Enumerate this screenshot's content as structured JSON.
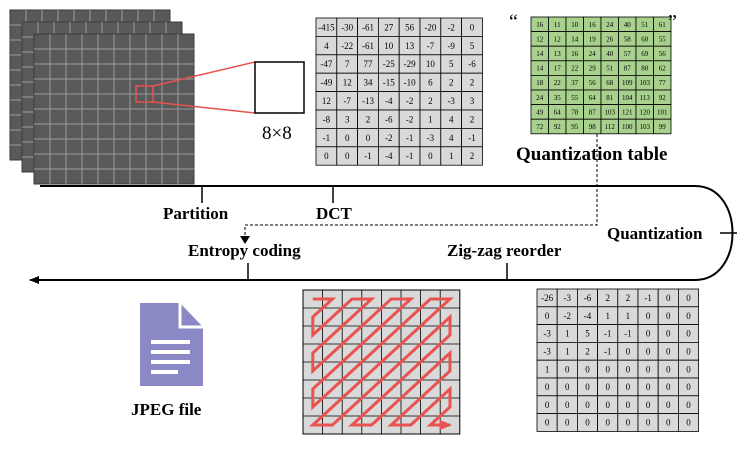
{
  "labels": {
    "block_size": "8×8",
    "partition": "Partition",
    "dct": "DCT",
    "quantization": "Quantization",
    "quantization_table": "Quantization table",
    "entropy_coding": "Entropy coding",
    "zigzag_reorder": "Zig-zag reorder",
    "jpeg_file": "JPEG file",
    "quote_open": "“",
    "quote_close": "”"
  },
  "dct_matrix": [
    [
      "-415",
      "-30",
      "-61",
      "27",
      "56",
      "-20",
      "-2",
      "0"
    ],
    [
      "4",
      "-22",
      "-61",
      "10",
      "13",
      "-7",
      "-9",
      "5"
    ],
    [
      "-47",
      "7",
      "77",
      "-25",
      "-29",
      "10",
      "5",
      "-6"
    ],
    [
      "-49",
      "12",
      "34",
      "-15",
      "-10",
      "6",
      "2",
      "2"
    ],
    [
      "12",
      "-7",
      "-13",
      "-4",
      "-2",
      "2",
      "-3",
      "3"
    ],
    [
      "-8",
      "3",
      "2",
      "-6",
      "-2",
      "1",
      "4",
      "2"
    ],
    [
      "-1",
      "0",
      "0",
      "-2",
      "-1",
      "-3",
      "4",
      "-1"
    ],
    [
      "0",
      "0",
      "-1",
      "-4",
      "-1",
      "0",
      "1",
      "2"
    ]
  ],
  "quant_table": [
    [
      "16",
      "11",
      "10",
      "16",
      "24",
      "40",
      "51",
      "61"
    ],
    [
      "12",
      "12",
      "14",
      "19",
      "26",
      "58",
      "60",
      "55"
    ],
    [
      "14",
      "13",
      "16",
      "24",
      "40",
      "57",
      "69",
      "56"
    ],
    [
      "14",
      "17",
      "22",
      "29",
      "51",
      "87",
      "80",
      "62"
    ],
    [
      "18",
      "22",
      "37",
      "56",
      "68",
      "109",
      "103",
      "77"
    ],
    [
      "24",
      "35",
      "55",
      "64",
      "81",
      "104",
      "113",
      "92"
    ],
    [
      "49",
      "64",
      "78",
      "87",
      "103",
      "121",
      "120",
      "101"
    ],
    [
      "72",
      "92",
      "95",
      "98",
      "112",
      "100",
      "103",
      "99"
    ]
  ],
  "quantized_matrix": [
    [
      "-26",
      "-3",
      "-6",
      "2",
      "2",
      "-1",
      "0",
      "0"
    ],
    [
      "0",
      "-2",
      "-4",
      "1",
      "1",
      "0",
      "0",
      "0"
    ],
    [
      "-3",
      "1",
      "5",
      "-1",
      "-1",
      "0",
      "0",
      "0"
    ],
    [
      "-3",
      "1",
      "2",
      "-1",
      "0",
      "0",
      "0",
      "0"
    ],
    [
      "1",
      "0",
      "0",
      "0",
      "0",
      "0",
      "0",
      "0"
    ],
    [
      "0",
      "0",
      "0",
      "0",
      "0",
      "0",
      "0",
      "0"
    ],
    [
      "0",
      "0",
      "0",
      "0",
      "0",
      "0",
      "0",
      "0"
    ],
    [
      "0",
      "0",
      "0",
      "0",
      "0",
      "0",
      "0",
      "0"
    ]
  ],
  "colors": {
    "image_block": "#595959",
    "image_grid": "#9a9a9a",
    "highlight": "#e8534f",
    "matrix_fill": "#d9d9d9",
    "quant_fill": "#a9d18e",
    "zigzag_fill": "#d9d9d9",
    "file_icon": "#8b88c6",
    "file_lines": "#ffffff"
  },
  "icons": {
    "file": "document-icon"
  }
}
